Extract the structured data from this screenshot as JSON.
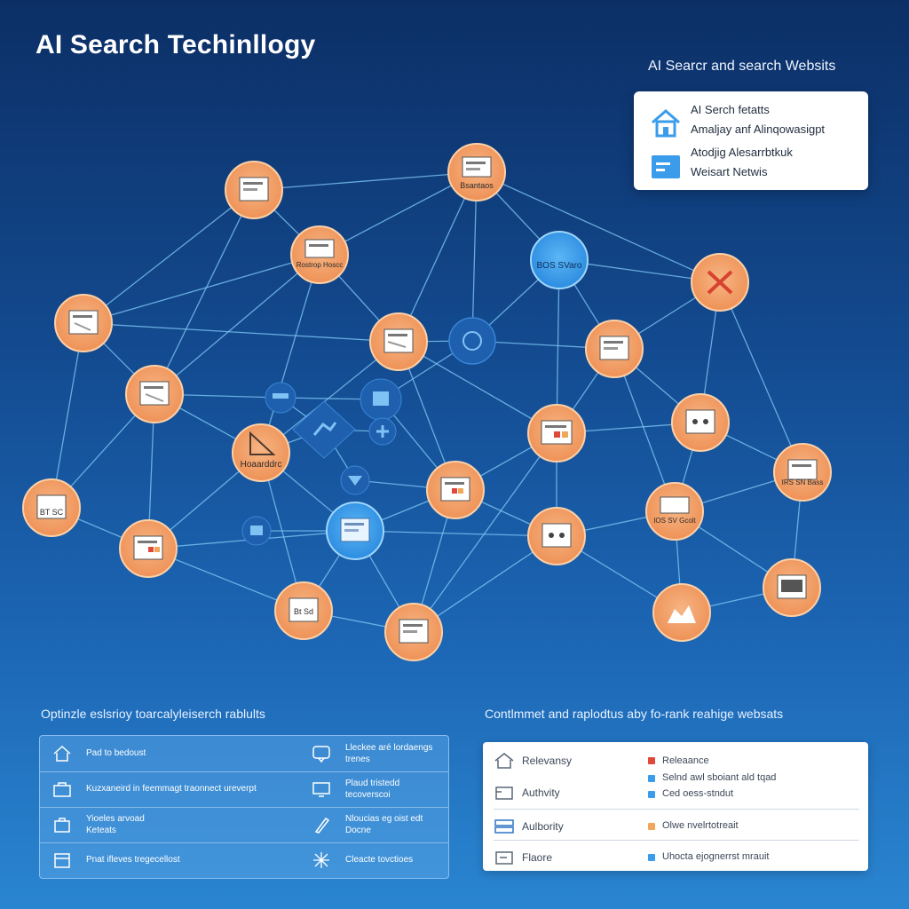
{
  "title": "AI Search Techinllogy",
  "callout": {
    "caption": "AI Searcr and search Websits",
    "rows": [
      {
        "icon": "house-icon",
        "line1": "AI Serch fetatts",
        "line2": "Amaljay anf Alinqowasigpt"
      },
      {
        "icon": "card-icon",
        "line1": "Atodjig Alesarrbtkuk",
        "line2": "Weisart Netwis"
      }
    ]
  },
  "network": {
    "labels": {
      "n1": "Bsantaos",
      "n2": "Rostrop Hoscc",
      "n3": "BOS SVaro",
      "n4": "Hoaarddrc",
      "n5": "BT SC",
      "n6": "Bt Sd",
      "n7": "IRS SN Bass",
      "n8": "IOS SV Gcolt"
    },
    "colors": {
      "node": "#f4a26b",
      "node_border": "#fbd0a8",
      "accent": "#3a9cea",
      "edge": "#7cc4f3"
    }
  },
  "left_section": {
    "caption": "Optinzle eslsrioy toarcalyleiserch rablults",
    "rows": [
      {
        "left_icon": "house-outline-icon",
        "left_text": [
          "Pad to bedoust"
        ],
        "right_icon": "question-chat-icon",
        "right_text": [
          "Lleckee aré lordaengs",
          "trenes"
        ]
      },
      {
        "left_icon": "toolbox-icon",
        "left_text": [
          "Kuzxaneird in feemmagt traonnect ureverpt"
        ],
        "right_icon": "monitor-icon",
        "right_text": [
          "Plaud tristedd",
          "tecoverscoi"
        ]
      },
      {
        "left_icon": "bag-icon",
        "left_text": [
          "Yioeles arvoad",
          "Keteats"
        ],
        "right_icon": "pen-icon",
        "right_text": [
          "Nloucias eg oist edt",
          "Docne"
        ]
      },
      {
        "left_icon": "calendar-icon",
        "left_text": [
          "Pnat ifleves tregecellost"
        ],
        "right_icon": "spark-icon",
        "right_text": [
          "Cleacte tovctioes"
        ]
      }
    ]
  },
  "right_section": {
    "caption": "Contlmmet and raplodtus aby fo-rank reahige websats",
    "rows": [
      {
        "icon": "house-outline-icon",
        "label": "Relevansy",
        "items": [
          {
            "color": "#e0483a",
            "text": "Releaance"
          },
          {
            "color": "#3a9cea",
            "text": "Selnd awl sboiant ald tqad"
          }
        ]
      },
      {
        "icon": "toolbox-icon",
        "label": "Authvity",
        "items": [
          {
            "color": "#3a9cea",
            "text": "Ced oess-stndut"
          }
        ]
      },
      {
        "icon": "server-icon",
        "label": "Aulbority",
        "items": [
          {
            "color": "#f2a65a",
            "text": "Olwe nvelrtotreait"
          }
        ]
      },
      {
        "icon": "calendar-icon",
        "label": "Flaore",
        "items": [
          {
            "color": "#3a9cea",
            "text": "Uhocta ejognerrst mrauit"
          }
        ]
      }
    ]
  }
}
